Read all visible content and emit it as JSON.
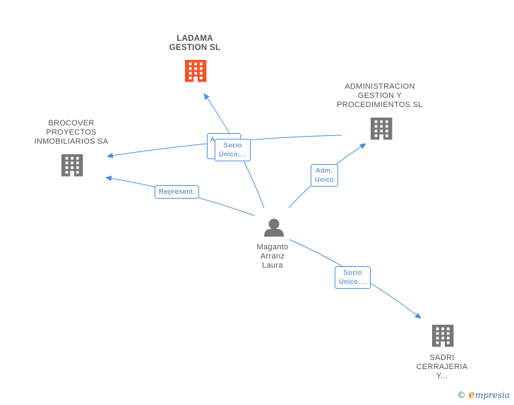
{
  "nodes": {
    "ladama": {
      "lines": [
        "LADAMA",
        "GESTION SL"
      ],
      "color": "#f0562a",
      "icon": "building-icon"
    },
    "admin": {
      "lines": [
        "ADMINISTRACION",
        "GESTION Y",
        "PROCEDIMIENTOS SL"
      ],
      "color": "#777777",
      "icon": "building-icon"
    },
    "brocover": {
      "lines": [
        "BROCOVER",
        "PROYECTOS",
        "INMOBILIARIOS SA"
      ],
      "color": "#777777",
      "icon": "building-icon"
    },
    "person": {
      "lines": [
        "Maganto",
        "Arranz",
        "Laura"
      ],
      "color": "#777777",
      "icon": "person-icon"
    },
    "sadri": {
      "lines": [
        "SADRI",
        "CERRAJERIA",
        "Y..."
      ],
      "color": "#777777",
      "icon": "building-icon"
    }
  },
  "edges": {
    "back_label": "A...",
    "socio_ladama": [
      "Socio",
      "Único,..."
    ],
    "adm_unico": [
      "Adm.",
      "Unico"
    ],
    "represent": [
      "Represent."
    ],
    "socio_sadri": [
      "Socio",
      "Único,..."
    ]
  },
  "colors": {
    "edge": "#4a90d9",
    "accent": "#f0562a",
    "building": "#777777"
  },
  "footer": {
    "copyright": "©",
    "brand_initial": "e",
    "brand_rest": "mpresia"
  }
}
